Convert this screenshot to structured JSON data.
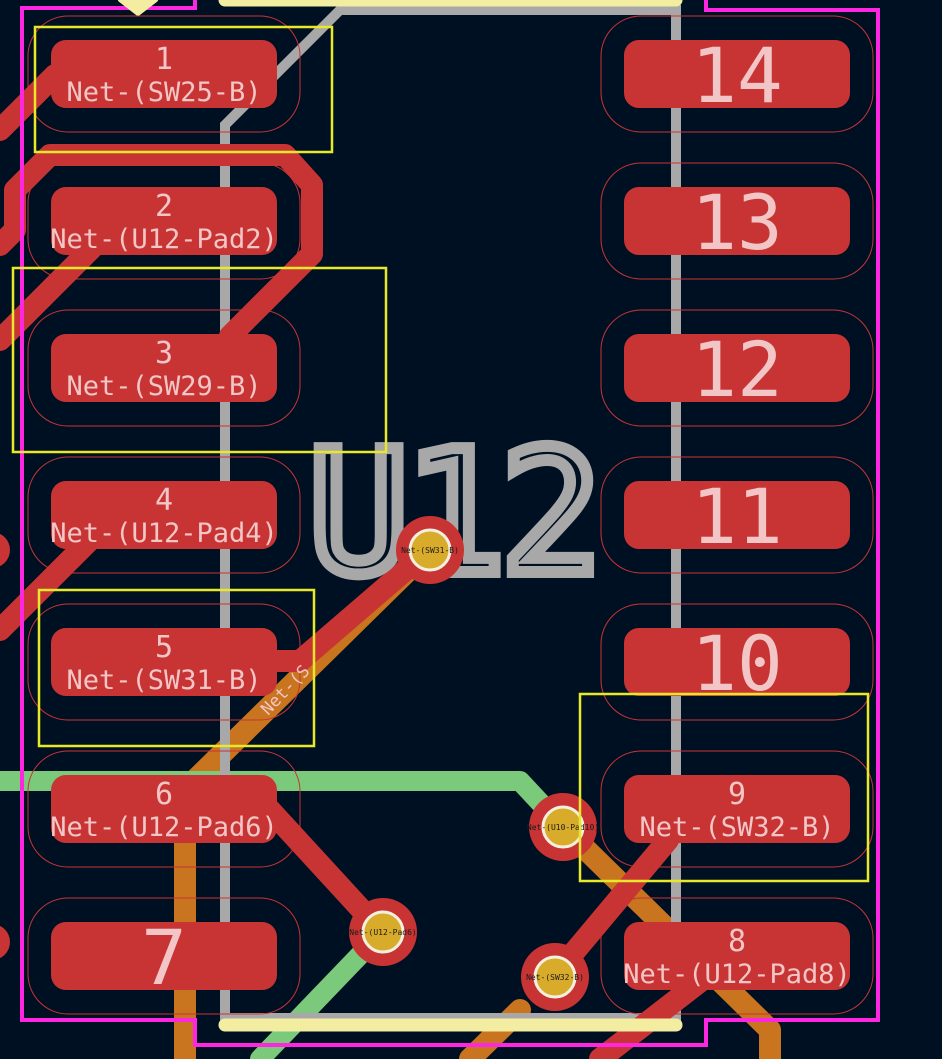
{
  "colors": {
    "background": "#001023",
    "pad": "#c83434",
    "pad_text": "#f2c6c6",
    "courtyard": "#ff26e2",
    "fab_outline": "#a8a8a8",
    "silk": "#f2eda1",
    "selection_box": "#e8e82a",
    "reference_text": "#a8a8a8",
    "trace_front": "#c83434",
    "trace_back": "#c9741e",
    "trace_green": "#7bc97b",
    "via_drill": "#d8ab2a"
  },
  "reference": "U12",
  "pads": [
    {
      "number": "1",
      "net": "Net-(SW25-B)"
    },
    {
      "number": "2",
      "net": "Net-(U12-Pad2)"
    },
    {
      "number": "3",
      "net": "Net-(SW29-B)"
    },
    {
      "number": "4",
      "net": "Net-(U12-Pad4)"
    },
    {
      "number": "5",
      "net": "Net-(SW31-B)"
    },
    {
      "number": "6",
      "net": "Net-(U12-Pad6)"
    },
    {
      "number": "7",
      "net": ""
    },
    {
      "number": "8",
      "net": "Net-(U12-Pad8)"
    },
    {
      "number": "9",
      "net": "Net-(SW32-B)"
    },
    {
      "number": "10",
      "net": ""
    },
    {
      "number": "11",
      "net": ""
    },
    {
      "number": "12",
      "net": ""
    },
    {
      "number": "13",
      "net": ""
    },
    {
      "number": "14",
      "net": ""
    }
  ],
  "vias": [
    {
      "label": "Net-(SW31-B)"
    },
    {
      "label": "Net-(U10-Pad10)"
    },
    {
      "label": "Net-(U12-Pad6)"
    },
    {
      "label": "Net-(SW32-B)"
    }
  ],
  "trace_labels": {
    "orange": "Net-(S"
  }
}
